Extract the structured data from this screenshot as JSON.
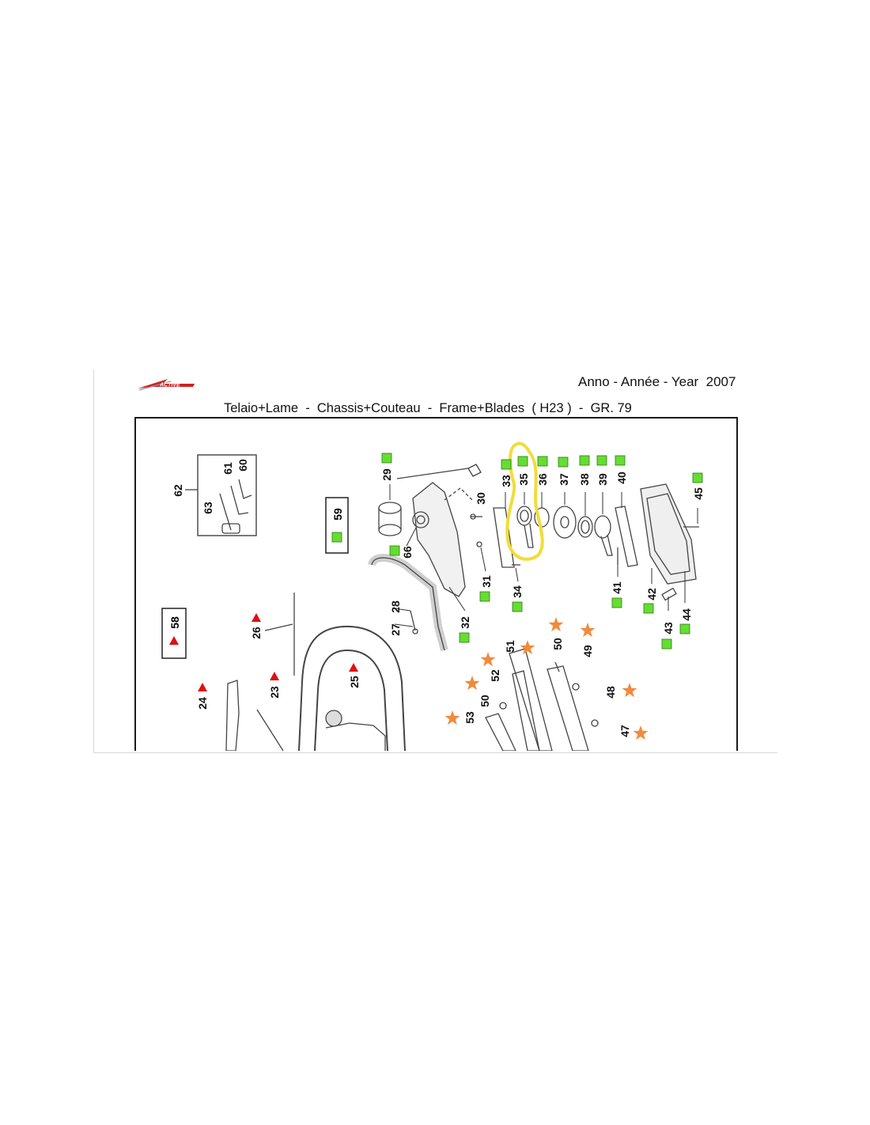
{
  "header": {
    "brand": "ACTIVE",
    "year_line": "Anno - Année - Year  2007",
    "title": "Telaio+Lame  -  Chassis+Couteau  -  Frame+Blades  ( H23 )  -  GR. 79"
  },
  "colors": {
    "green_marker": "#66dd33",
    "red_marker": "#dd1111",
    "orange_star": "#f08a3c",
    "highlight": "#f2dc3a",
    "brand_red": "#cc2222"
  },
  "legend": {
    "green_box_ref": "59",
    "red_triangle_ref": "58"
  },
  "part_numbers": [
    "23",
    "24",
    "25",
    "26",
    "27",
    "28",
    "29",
    "30",
    "31",
    "32",
    "33",
    "34",
    "35",
    "36",
    "37",
    "38",
    "39",
    "40",
    "41",
    "42",
    "43",
    "44",
    "45",
    "47",
    "48",
    "49",
    "50",
    "50",
    "51",
    "52",
    "53",
    "60",
    "61",
    "62",
    "63",
    "66"
  ],
  "markers": {
    "green": [
      "29",
      "33",
      "35",
      "36",
      "37",
      "38",
      "39",
      "40",
      "45",
      "66",
      "31",
      "34",
      "32",
      "41",
      "42",
      "43",
      "44"
    ],
    "red": [
      "26",
      "25",
      "23",
      "24"
    ],
    "orange_star": [
      "50",
      "49",
      "48",
      "47",
      "51",
      "52",
      "50",
      "53"
    ]
  },
  "highlighted_part": "35"
}
